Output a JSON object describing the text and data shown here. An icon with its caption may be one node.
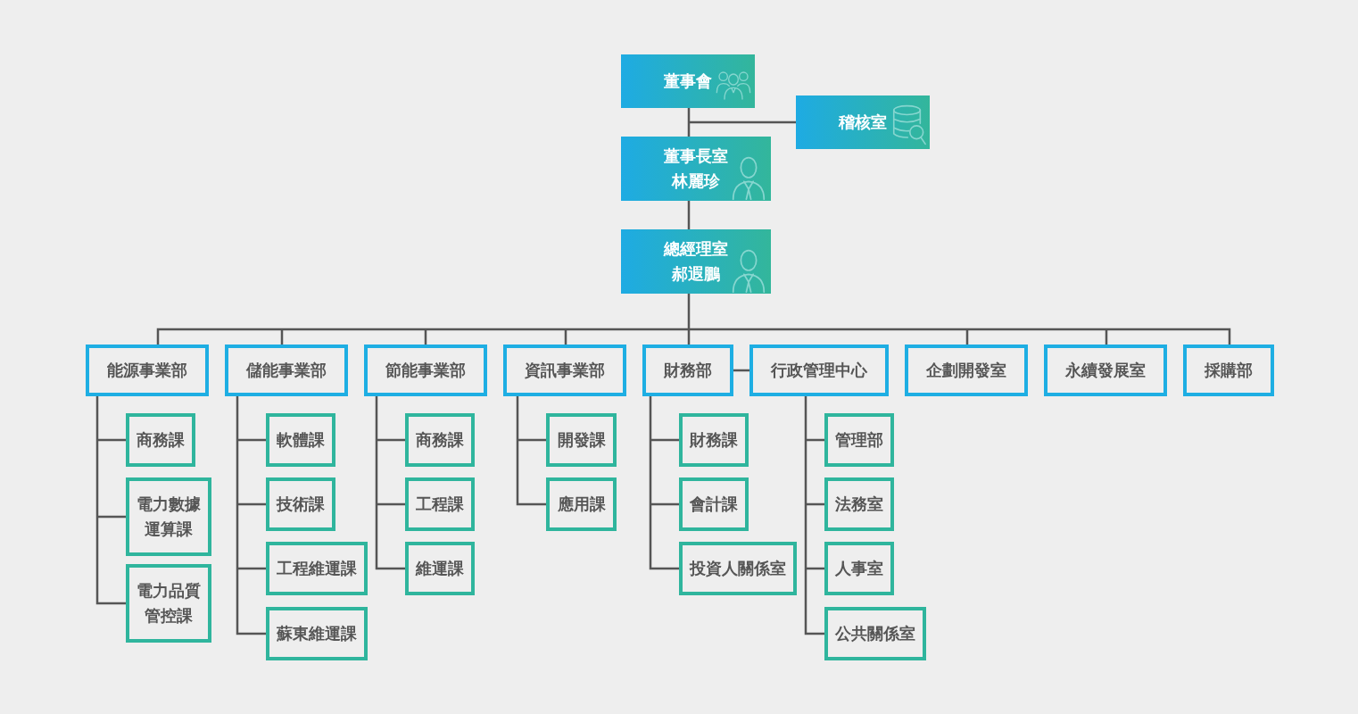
{
  "diagram": {
    "nodes": [
      {
        "text": [
          "董事會"
        ]
      },
      {
        "text": [
          "稽核室"
        ]
      },
      {
        "text": [
          "董事長室",
          "林麗珍"
        ]
      },
      {
        "text": [
          "總經理室",
          "郝遐鵬"
        ]
      },
      {
        "text": [
          "能源事業部"
        ]
      },
      {
        "text": [
          "儲能事業部"
        ]
      },
      {
        "text": [
          "節能事業部"
        ]
      },
      {
        "text": [
          "資訊事業部"
        ]
      },
      {
        "text": [
          "財務部"
        ]
      },
      {
        "text": [
          "行政管理中心"
        ]
      },
      {
        "text": [
          "企劃開發室"
        ]
      },
      {
        "text": [
          "永續發展室"
        ]
      },
      {
        "text": [
          "採購部"
        ]
      },
      {
        "text": [
          "商務課"
        ]
      },
      {
        "text": [
          "電力數據運算課"
        ]
      },
      {
        "text": [
          "電力品質管控課"
        ]
      },
      {
        "text": [
          "軟體課"
        ]
      },
      {
        "text": [
          "技術課"
        ]
      },
      {
        "text": [
          "工程維運課"
        ]
      },
      {
        "text": [
          "蘇東維運課"
        ]
      },
      {
        "text": [
          "商務課"
        ]
      },
      {
        "text": [
          "工程課"
        ]
      },
      {
        "text": [
          "維運課"
        ]
      },
      {
        "text": [
          "開發課"
        ]
      },
      {
        "text": [
          "應用課"
        ]
      },
      {
        "text": [
          "財務課"
        ]
      },
      {
        "text": [
          "會計課"
        ]
      },
      {
        "text": [
          "投資人關係室"
        ]
      },
      {
        "text": [
          "管理部"
        ]
      },
      {
        "text": [
          "法務室"
        ]
      },
      {
        "text": [
          "人事室"
        ]
      },
      {
        "text": [
          "公共關係室"
        ]
      }
    ],
    "edges": [
      {
        "from": 0,
        "to": 2,
        "arrow": "none"
      },
      {
        "from": 0,
        "to": 1,
        "arrow": "none"
      },
      {
        "from": 2,
        "to": 3,
        "arrow": "none"
      },
      {
        "from": 3,
        "to": 4,
        "arrow": "none"
      },
      {
        "from": 3,
        "to": 5,
        "arrow": "none"
      },
      {
        "from": 3,
        "to": 6,
        "arrow": "none"
      },
      {
        "from": 3,
        "to": 7,
        "arrow": "none"
      },
      {
        "from": 3,
        "to": 8,
        "arrow": "none"
      },
      {
        "from": 3,
        "to": 9,
        "arrow": "none"
      },
      {
        "from": 3,
        "to": 10,
        "arrow": "none"
      },
      {
        "from": 3,
        "to": 11,
        "arrow": "none"
      },
      {
        "from": 3,
        "to": 12,
        "arrow": "none"
      },
      {
        "from": 4,
        "to": 13,
        "arrow": "none"
      },
      {
        "from": 4,
        "to": 14,
        "arrow": "none"
      },
      {
        "from": 4,
        "to": 15,
        "arrow": "none"
      },
      {
        "from": 5,
        "to": 16,
        "arrow": "none"
      },
      {
        "from": 5,
        "to": 17,
        "arrow": "none"
      },
      {
        "from": 5,
        "to": 18,
        "arrow": "none"
      },
      {
        "from": 5,
        "to": 19,
        "arrow": "none"
      },
      {
        "from": 6,
        "to": 20,
        "arrow": "none"
      },
      {
        "from": 6,
        "to": 21,
        "arrow": "none"
      },
      {
        "from": 6,
        "to": 22,
        "arrow": "none"
      },
      {
        "from": 7,
        "to": 23,
        "arrow": "none"
      },
      {
        "from": 7,
        "to": 24,
        "arrow": "none"
      },
      {
        "from": 8,
        "to": 25,
        "arrow": "none"
      },
      {
        "from": 8,
        "to": 26,
        "arrow": "none"
      },
      {
        "from": 8,
        "to": 27,
        "arrow": "none"
      },
      {
        "from": 9,
        "to": 28,
        "arrow": "none"
      },
      {
        "from": 9,
        "to": 29,
        "arrow": "none"
      },
      {
        "from": 9,
        "to": 30,
        "arrow": "none"
      },
      {
        "from": 9,
        "to": 31,
        "arrow": "none"
      }
    ]
  }
}
